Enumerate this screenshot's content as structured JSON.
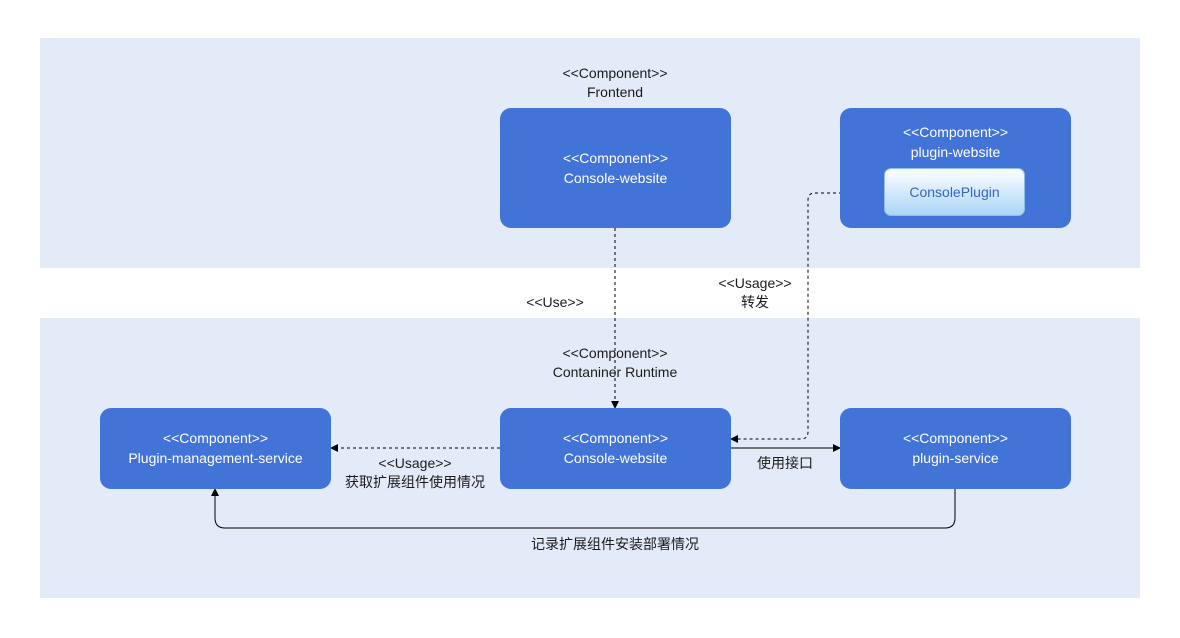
{
  "regions": {
    "frontend": {
      "stereotype": "<<Component>>",
      "name": "Frontend"
    },
    "runtime": {
      "stereotype": "<<Component>>",
      "name": "Contaniner Runtime"
    }
  },
  "components": {
    "console_website_frontend": {
      "stereotype": "<<Component>>",
      "name": "Console-website"
    },
    "plugin_website": {
      "stereotype": "<<Component>>",
      "name": "plugin-website",
      "inner_button": "ConsolePlugin"
    },
    "plugin_management_service": {
      "stereotype": "<<Component>>",
      "name": "Plugin-management-service"
    },
    "console_website_runtime": {
      "stereotype": "<<Component>>",
      "name": "Console-website"
    },
    "plugin_service": {
      "stereotype": "<<Component>>",
      "name": "plugin-service"
    }
  },
  "edges": {
    "use": {
      "label": "<<Use>>"
    },
    "forward": {
      "stereotype": "<<Usage>>",
      "label": "转发"
    },
    "fetch_usage": {
      "stereotype": "<<Usage>>",
      "label": "获取扩展组件使用情况"
    },
    "use_interface": {
      "label": "使用接口"
    },
    "record_deploy": {
      "label": "记录扩展组件安装部署情况"
    }
  },
  "colors": {
    "region_background": "#e3ebf8",
    "component_fill": "#4273d6",
    "component_text": "#ffffff",
    "edge_color": "#000000"
  }
}
